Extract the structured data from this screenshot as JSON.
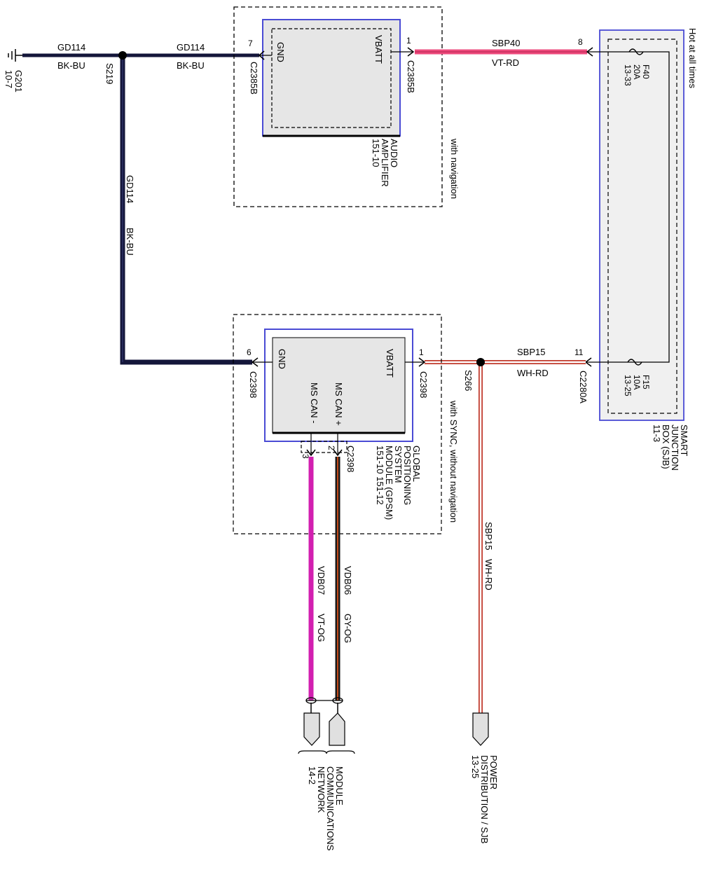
{
  "ground": {
    "id": "G201",
    "ref": "10-7"
  },
  "splices": {
    "s219": "S219",
    "s266": "S266"
  },
  "wires": {
    "gd114": {
      "circuit": "GD114",
      "color": "BK-BU"
    },
    "sbp40": {
      "circuit": "SBP40",
      "color": "VT-RD"
    },
    "sbp15": {
      "circuit": "SBP15",
      "color": "WH-RD"
    },
    "vdb06": {
      "circuit": "VDB06",
      "color": "GY-OG"
    },
    "vdb07": {
      "circuit": "VDB07",
      "color": "VT-OG"
    }
  },
  "audio_amplifier": {
    "name_lines": [
      "AUDIO",
      "AMPLIFIER",
      "151-10"
    ],
    "option": "with navigation",
    "gnd_label": "GND",
    "vbatt_label": "VBATT",
    "gnd_pin": "7",
    "gnd_connector": "C2385B",
    "vbatt_pin": "1",
    "vbatt_connector": "C2385B"
  },
  "gpsm": {
    "name_lines": [
      "GLOBAL",
      "POSITIONING",
      "SYSTEM",
      "MODULE (GPSM)",
      "151-10   151-12"
    ],
    "option": "with SYNC, without navigation",
    "gnd_label": "GND",
    "vbatt_label": "VBATT",
    "can_plus_label": "MS CAN +",
    "can_minus_label": "MS CAN -",
    "gnd_pin": "6",
    "gnd_connector": "C2398",
    "vbatt_pin": "1",
    "vbatt_connector": "C2398",
    "can_plus_pin": "2",
    "can_minus_pin": "3",
    "can_connector": "C2398"
  },
  "sjb": {
    "name_lines": [
      "SMART",
      "JUNCTION",
      "BOX (SJB)",
      "11-3"
    ],
    "hot_label": "Hot at all times",
    "f40_lines": [
      "F40",
      "20A",
      "13-33"
    ],
    "f15_lines": [
      "F15",
      "10A",
      "13-25"
    ],
    "f40_pin": "8",
    "f15_pin": "11",
    "f15_connector": "C2280A"
  },
  "refs": {
    "mcn_lines": [
      "MODULE",
      "COMMUNICATIONS",
      "NETWORK",
      "14-2"
    ],
    "pd_lines": [
      "POWER",
      "DISTRIBUTION / SJB",
      "13-25"
    ]
  },
  "colors": {
    "bk_bu": "#14163a",
    "pink": "#ee4a7c",
    "magenta": "#d21fb0",
    "module_border": "#4a4bd4",
    "module_fill": "#e6e6e6",
    "sjb_fill": "#f0f0f0",
    "brown": "#7a2e1a"
  }
}
